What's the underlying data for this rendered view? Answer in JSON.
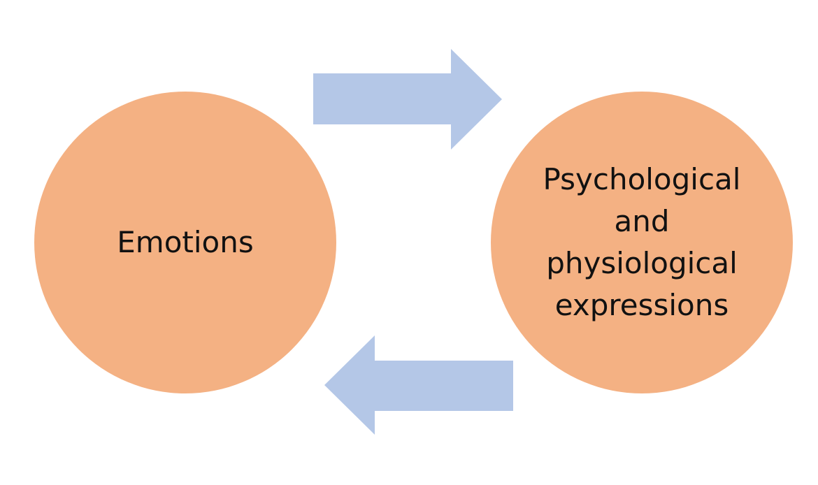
{
  "colors": {
    "circle_fill": "#f4b183",
    "arrow_fill": "#b4c7e7",
    "background": "#ffffff",
    "text": "#111111"
  },
  "nodes": [
    {
      "id": "emotions",
      "label": "Emotions"
    },
    {
      "id": "expressions",
      "label": "Psychological\nand\nphysiological\nexpressions"
    }
  ],
  "edges": [
    {
      "from": "emotions",
      "to": "expressions",
      "direction": "right"
    },
    {
      "from": "expressions",
      "to": "emotions",
      "direction": "left"
    }
  ]
}
